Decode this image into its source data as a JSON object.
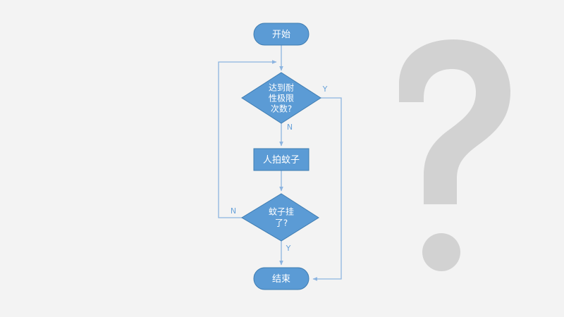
{
  "slide": {
    "background_color": "#f3f3f3",
    "accent_color": "#5b9bd5",
    "border_color": "#3e7cb1",
    "connector_color": "#8cb4e0",
    "label_color": "#6aa3da",
    "watermark_color": "#d2d2d2",
    "watermark_glyph": "question-mark"
  },
  "flowchart": {
    "nodes": {
      "start": {
        "label": "开始",
        "shape": "terminator"
      },
      "decision_patience": {
        "label_line1": "达到耐",
        "label_line2": "性极限",
        "label_line3": "次数?",
        "shape": "decision"
      },
      "process_swat": {
        "label": "人拍蚊子",
        "shape": "process"
      },
      "decision_dead": {
        "label_line1": "蚊子挂",
        "label_line2": "了?",
        "shape": "decision"
      },
      "end": {
        "label": "结束",
        "shape": "terminator"
      }
    },
    "edge_labels": {
      "patience_yes": "Y",
      "patience_no": "N",
      "dead_no": "N",
      "dead_yes": "Y"
    }
  }
}
